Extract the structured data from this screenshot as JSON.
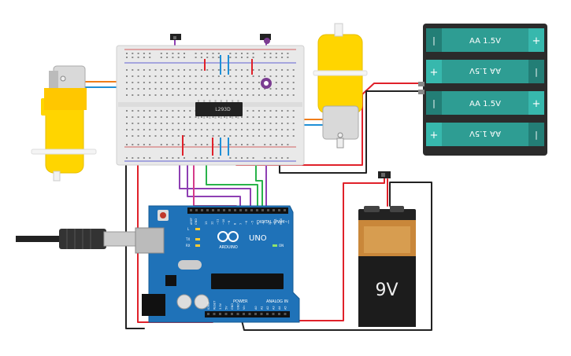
{
  "breadboard": {
    "chip_label": "L293D"
  },
  "arduino": {
    "brand": "ARDUINO",
    "model": "UNO",
    "digital_header": "DIGITAL (PWM~)",
    "power_header": "POWER",
    "analog_header": "ANALOG IN",
    "aref": "AREF",
    "gnd": "GND",
    "led_l": "L",
    "led_tx": "TX",
    "led_rx": "RX",
    "led_on": "ON",
    "power_pins": [
      "IOREF",
      "RESET",
      "3.3V",
      "5V",
      "GND",
      "GND",
      "Vin"
    ],
    "analog_pins": [
      "A0",
      "A1",
      "A2",
      "A3",
      "A4",
      "A5"
    ],
    "digital_pins": [
      "13",
      "12",
      "~11",
      "~10",
      "~9",
      "8",
      "7",
      "~6",
      "~5",
      "4",
      "~3",
      "2",
      "TX 1",
      "RX 0"
    ]
  },
  "aa_pack": {
    "cell_label": "AA 1.5V",
    "plus": "+",
    "minus": "|"
  },
  "battery_9v": {
    "label": "9V"
  },
  "colors": {
    "wire_red": "#e0212a",
    "wire_black": "#222222",
    "wire_purple": "#8e3fb3",
    "wire_green": "#29b34a",
    "wire_blue": "#1f8fd6",
    "wire_orange": "#f07d1a",
    "arduino_board": "#1f72b8",
    "motor_yellow": "#ffd500",
    "aa_cell": "#2e9d93"
  }
}
